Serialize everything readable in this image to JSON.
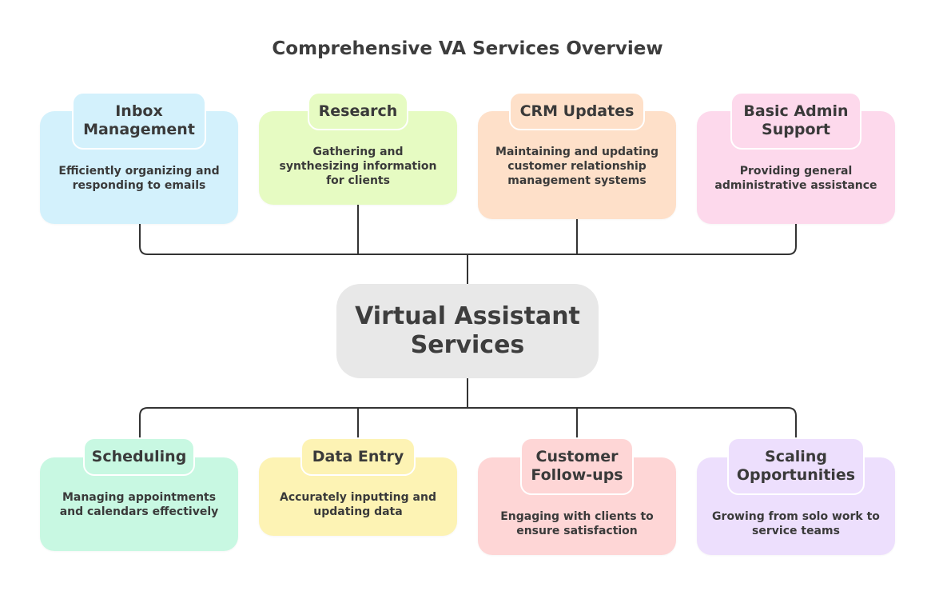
{
  "title": "Comprehensive VA Services Overview",
  "center": {
    "label": "Virtual Assistant Services"
  },
  "colors": {
    "lightblue": "#d3f1fc",
    "lightgreen": "#e6fbc2",
    "peach": "#fee0c9",
    "pink": "#fdd9ec",
    "mint": "#c8f8e2",
    "yellow": "#fdf3b4",
    "rose": "#fed6d6",
    "lavender": "#eddffd",
    "center": "#e8e8e8",
    "line": "#333333"
  },
  "top_services": [
    {
      "title": "Inbox Management",
      "description": "Efficiently organizing and responding to emails"
    },
    {
      "title": "Research",
      "description": "Gathering and synthesizing information for clients"
    },
    {
      "title": "CRM Updates",
      "description": "Maintaining and updating customer relationship management systems"
    },
    {
      "title": "Basic Admin Support",
      "description": "Providing general administrative assistance"
    }
  ],
  "bottom_services": [
    {
      "title": "Scheduling",
      "description": "Managing appointments and calendars effectively"
    },
    {
      "title": "Data Entry",
      "description": "Accurately inputting and updating data"
    },
    {
      "title": "Customer Follow-ups",
      "description": "Engaging with clients to ensure satisfaction"
    },
    {
      "title": "Scaling Opportunities",
      "description": "Growing from solo work to service teams"
    }
  ]
}
